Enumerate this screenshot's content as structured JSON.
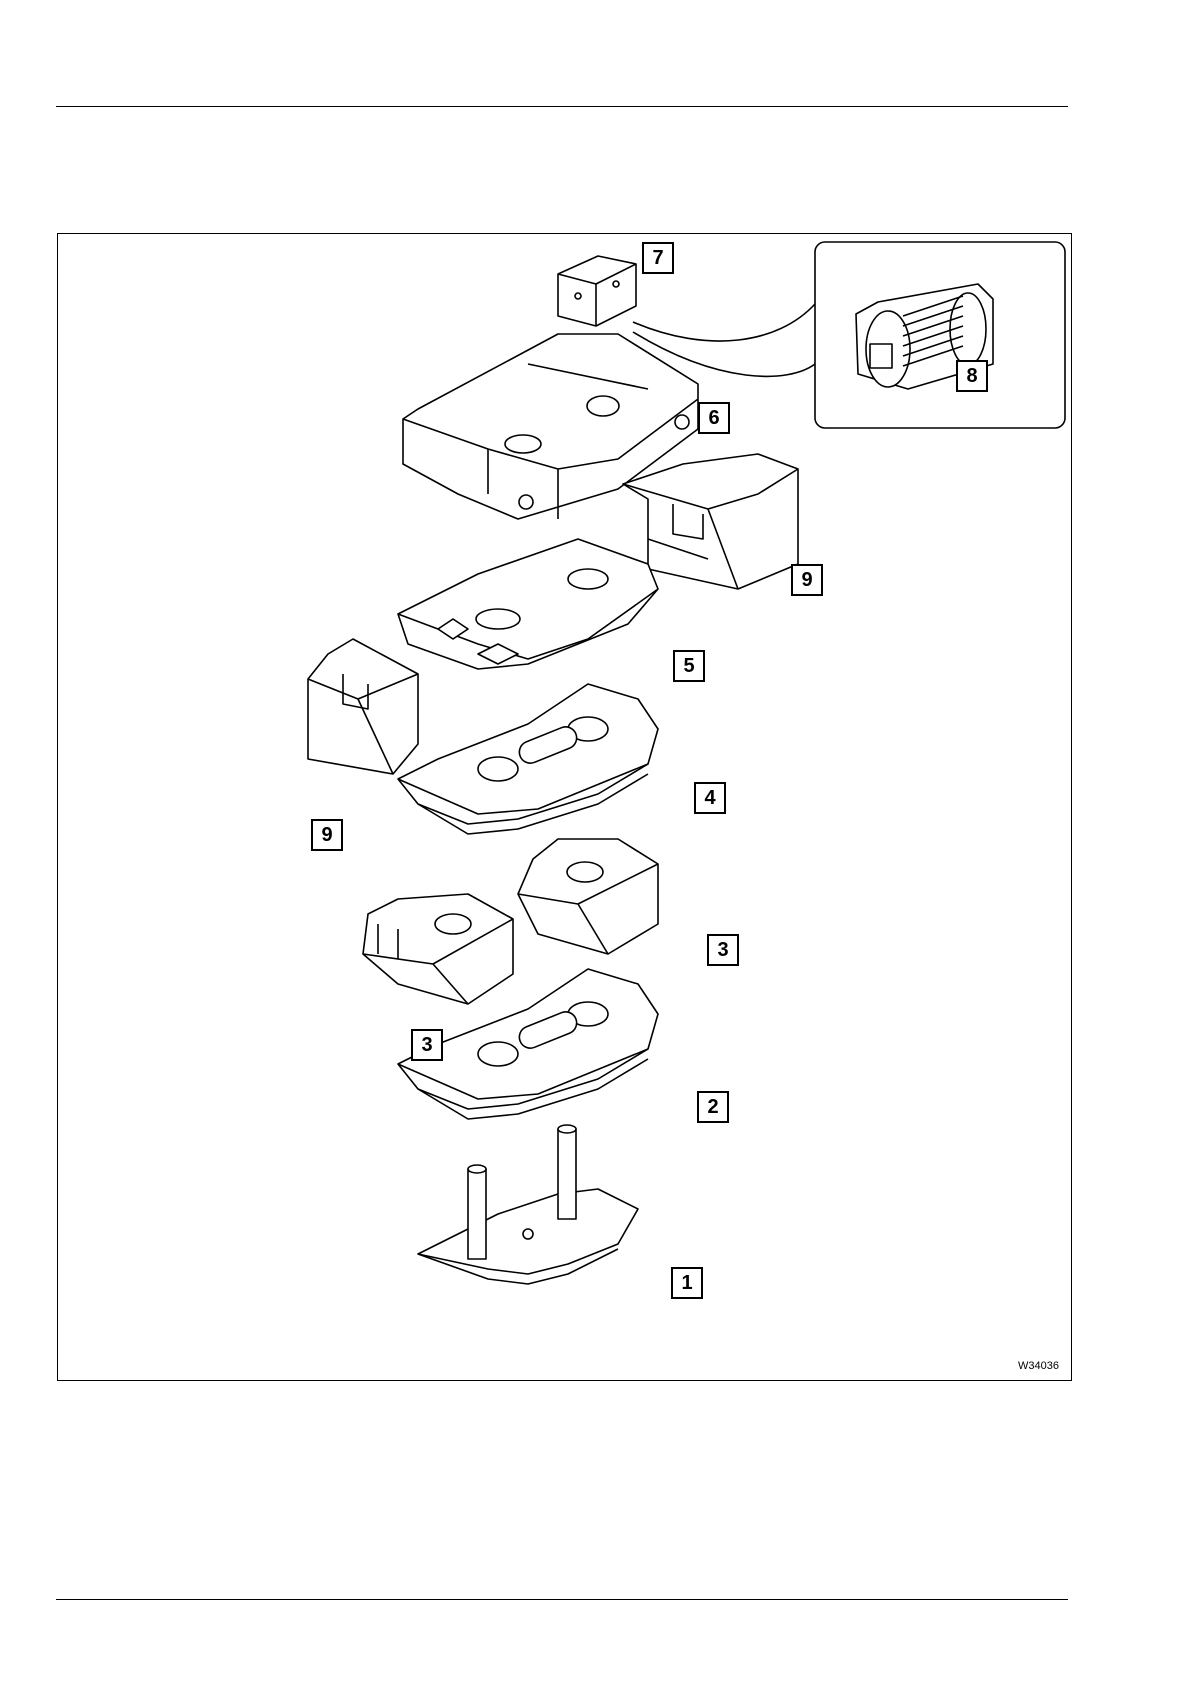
{
  "figure": {
    "id": "W34036",
    "callouts": [
      {
        "key": "c7",
        "label": "7"
      },
      {
        "key": "c8",
        "label": "8"
      },
      {
        "key": "c6",
        "label": "6"
      },
      {
        "key": "c9a",
        "label": "9"
      },
      {
        "key": "c5",
        "label": "5"
      },
      {
        "key": "c4",
        "label": "4"
      },
      {
        "key": "c9b",
        "label": "9"
      },
      {
        "key": "c3a",
        "label": "3"
      },
      {
        "key": "c3b",
        "label": "3"
      },
      {
        "key": "c2",
        "label": "2"
      },
      {
        "key": "c1",
        "label": "1"
      }
    ]
  }
}
